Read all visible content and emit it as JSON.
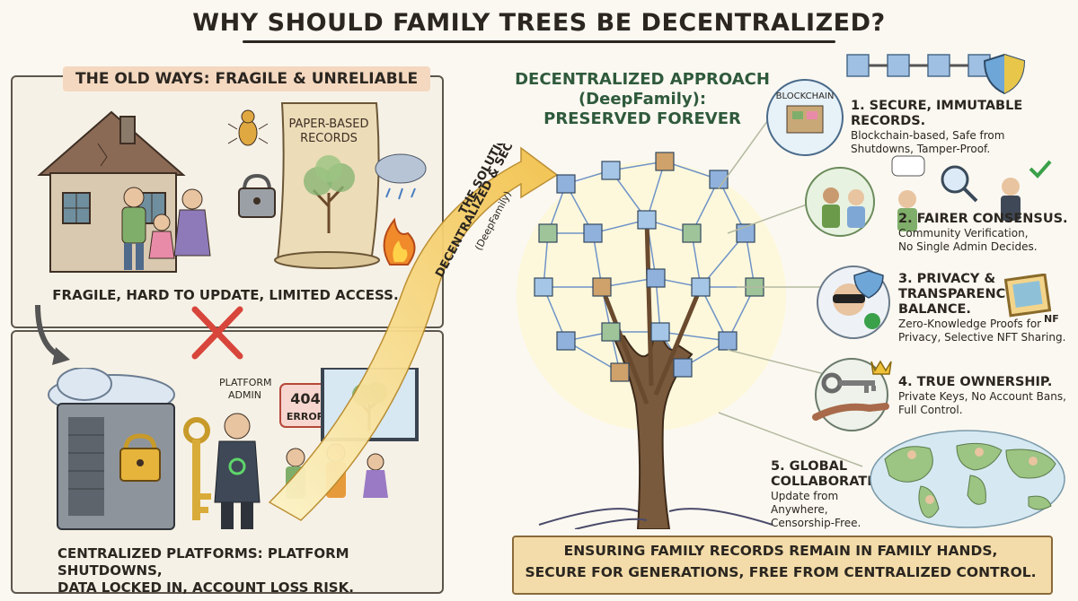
{
  "title": "WHY SHOULD FAMILY TREES BE DECENTRALIZED?",
  "old_ways": {
    "badge": "THE OLD WAYS: FRAGILE & UNRELIABLE",
    "paper_label_line1": "PAPER-BASED",
    "paper_label_line2": "RECORDS",
    "caption": "FRAGILE, HARD TO UPDATE, LIMITED ACCESS."
  },
  "centralized": {
    "admin_label_line1": "PLATFORM",
    "admin_label_line2": "ADMIN",
    "error_code": "404",
    "error_word": "ERROR",
    "caption_line1": "CENTRALIZED PLATFORMS: PLATFORM SHUTDOWNS,",
    "caption_line2": "DATA LOCKED IN, ACCOUNT LOSS RISK."
  },
  "solution_arrow": {
    "line1": "THE SOLUTION:",
    "line2": "DECENTRALIZED & SECURE",
    "line3": "(DeepFamily)"
  },
  "decentralized": {
    "heading_line1": "DECENTRALIZED APPROACH",
    "heading_line2": "(DeepFamily):",
    "heading_line3": "PRESERVED FOREVER",
    "blockchain_label": "BLOCKCHAIN",
    "nft_label": "NFT"
  },
  "benefits": [
    {
      "title": "1. SECURE, IMMUTABLE RECORDS.",
      "desc": [
        "Blockchain-based, Safe from",
        "Shutdowns, Tamper-Proof."
      ]
    },
    {
      "title": "2. FAIRER CONSENSUS.",
      "desc": [
        "Community Verification,",
        "No Single Admin Decides."
      ]
    },
    {
      "title_lines": [
        "3. PRIVACY &",
        "TRANSPARENCY",
        "BALANCE."
      ],
      "desc": [
        "Zero-Knowledge Proofs for",
        "Privacy, Selective NFT Sharing."
      ]
    },
    {
      "title": "4. TRUE OWNERSHIP.",
      "desc": [
        "Private Keys, No Account Bans,",
        "Full Control."
      ]
    },
    {
      "title_lines": [
        "5. GLOBAL",
        "COLLABORATION."
      ],
      "desc": [
        "Update from Anywhere,",
        "Censorship-Free."
      ]
    }
  ],
  "banner": {
    "line1": "ENSURING FAMILY RECORDS REMAIN IN FAMILY HANDS,",
    "line2": "SECURE FOR GENERATIONS, FREE FROM CENTRALIZED CONTROL."
  },
  "colors": {
    "panel_border": "#5c564c",
    "badge_bg": "#f4d8c0",
    "arrow_yellow": "#f2c14a",
    "node_blue": "#7fa7d6",
    "banner_bg": "#f3dca9",
    "cross_red": "#d8453b"
  },
  "icons": [
    "house-icon",
    "termite-icon",
    "padlock-icon",
    "scroll-icon",
    "rain-cloud-icon",
    "fire-icon",
    "cross-icon",
    "server-icon",
    "cloud-icon",
    "key-icon",
    "monitor-icon",
    "chain-icon",
    "shield-icon",
    "magnifier-icon",
    "checkmark-icon",
    "mask-icon",
    "crown-icon",
    "globe-map-icon",
    "tree-network-icon"
  ]
}
